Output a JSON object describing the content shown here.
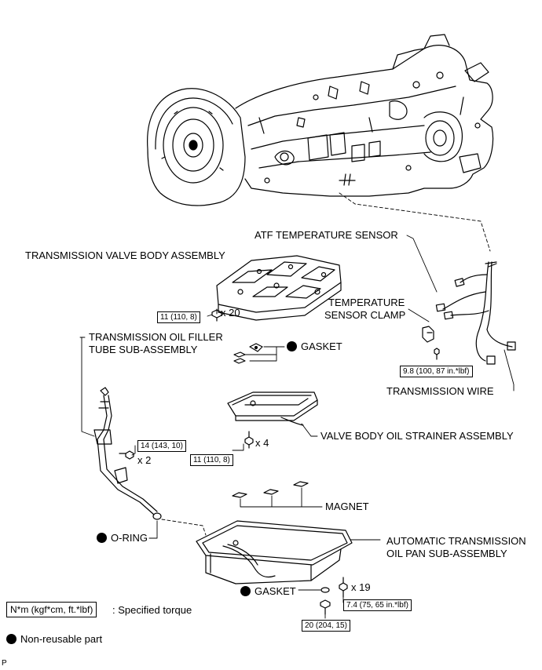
{
  "labels": {
    "atf_temperature_sensor": "ATF TEMPERATURE SENSOR",
    "transmission_valve_body_assembly": "TRANSMISSION VALVE BODY ASSEMBLY",
    "temperature_sensor_clamp_line1": "TEMPERATURE",
    "temperature_sensor_clamp_line2": "SENSOR CLAMP",
    "transmission_oil_filler_tube_line1": "TRANSMISSION OIL FILLER",
    "transmission_oil_filler_tube_line2": "TUBE SUB-ASSEMBLY",
    "gasket_upper": "GASKET",
    "transmission_wire": "TRANSMISSION WIRE",
    "valve_body_oil_strainer_assembly": "VALVE BODY OIL STRAINER ASSEMBLY",
    "magnet": "MAGNET",
    "o_ring": "O-RING",
    "automatic_transmission_oil_pan_line1": "AUTOMATIC TRANSMISSION",
    "automatic_transmission_oil_pan_line2": "OIL PAN SUB-ASSEMBLY",
    "gasket_lower": "GASKET"
  },
  "torques": {
    "valve_body_bolts": "11 (110, 8)",
    "sensor_clamp_bolt": "9.8 (100, 87 in.*lbf)",
    "filler_tube_bolts": "14 (143, 10)",
    "strainer_bolts": "11 (110, 8)",
    "oil_pan_bolts": "7.4 (75, 65 in.*lbf)",
    "drain_plug": "20 (204, 15)"
  },
  "quantities": {
    "valve_body_bolts": "x 20",
    "filler_tube_bolts": "x 2",
    "strainer_bolts": "x 4",
    "oil_pan_bolts": "x 19"
  },
  "legend": {
    "torque_unit": "N*m (kgf*cm, ft.*lbf)",
    "torque_desc": ": Specified torque",
    "non_reusable": "Non-reusable part"
  },
  "corner_mark": "P"
}
